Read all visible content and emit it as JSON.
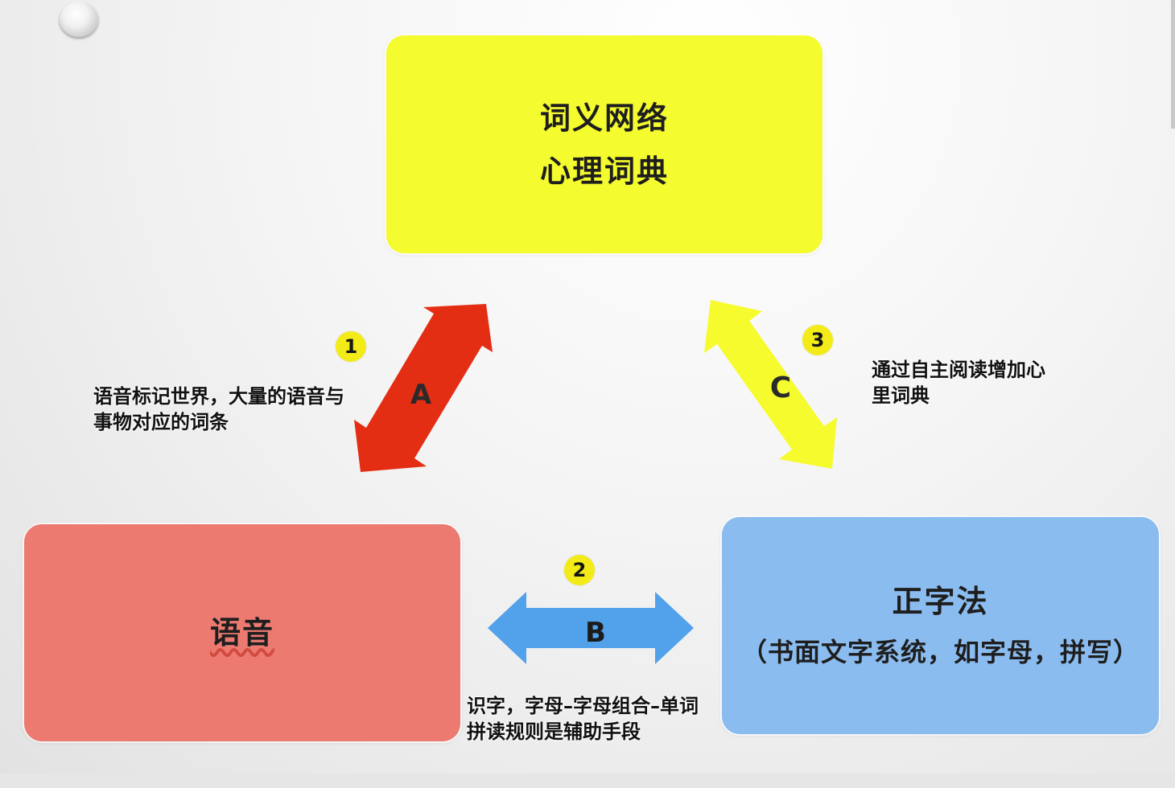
{
  "boxes": {
    "semantic": {
      "line1": "词义网络",
      "line2": "心理词典",
      "color": "#f4fb2f"
    },
    "phonology": {
      "label": "语音",
      "color": "#ec7a71"
    },
    "orthography": {
      "line1": "正字法",
      "line2": "（书面文字系统，如字母，拼写）",
      "color": "#8bbcf0"
    }
  },
  "arrows": {
    "a": {
      "letter": "A",
      "color": "#e42e14"
    },
    "b": {
      "letter": "B",
      "color": "#52a1eb"
    },
    "c": {
      "letter": "C",
      "color": "#f5fb2c"
    }
  },
  "badges": {
    "one": "1",
    "two": "2",
    "three": "3",
    "color": "#f3eb18"
  },
  "captions": {
    "a": [
      "语音标记世界，大量的语音与",
      "事物对应的词条"
    ],
    "b": [
      "识字，字母–字母组合–单词",
      "拼读规则是辅助手段"
    ],
    "c": [
      "通过自主阅读增加心",
      "里词典"
    ]
  }
}
